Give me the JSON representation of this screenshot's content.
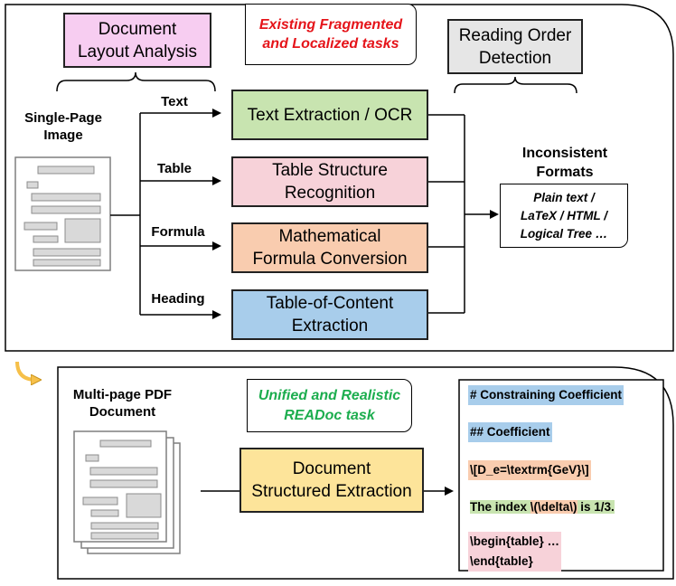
{
  "colors": {
    "layout": "#f7cdf1",
    "text": "#c8e4b0",
    "table": "#f7d2d9",
    "formula": "#f9ccaf",
    "heading": "#a8cdeb",
    "reading": "#e6e6e6",
    "extraction": "#fde49a",
    "red_italic": "#e5141a",
    "green_italic": "#1cad4e",
    "doc_line": "#d9d9d9",
    "doc_border": "#7f7f7f",
    "curve_arrow": "#f6c04a"
  },
  "top": {
    "layout_analysis": "Document\nLayout Analysis",
    "existing_tasks": "Existing Fragmented\nand Localized tasks",
    "reading_order": "Reading Order\nDetection",
    "input_label": "Single-Page\nImage",
    "branches": [
      {
        "label": "Text",
        "box": "Text Extraction / OCR"
      },
      {
        "label": "Table",
        "box": "Table Structure\nRecognition"
      },
      {
        "label": "Formula",
        "box": "Mathematical\nFormula Conversion"
      },
      {
        "label": "Heading",
        "box": "Table-of-Content\nExtraction"
      }
    ],
    "output_label": "Inconsistent\nFormats",
    "output_box": "Plain text /\nLaTeX / HTML /\nLogical Tree …"
  },
  "bottom": {
    "input_label": "Multi-page PDF\nDocument",
    "unified_task": "Unified and Realistic\nREADoc task",
    "extraction_box": "Document\nStructured Extraction",
    "output_lines": [
      {
        "text": "# Constraining Coefficient"
      },
      {
        "text": "## Coefficient"
      },
      {
        "text": "\\[D_e=\\textrm{GeV}\\]"
      },
      {
        "prefix": "The index ",
        "math": "\\(\\delta\\)",
        "suffix": " is 1/3."
      },
      {
        "text": "\\begin{table} …\n\\end{table}"
      }
    ]
  }
}
